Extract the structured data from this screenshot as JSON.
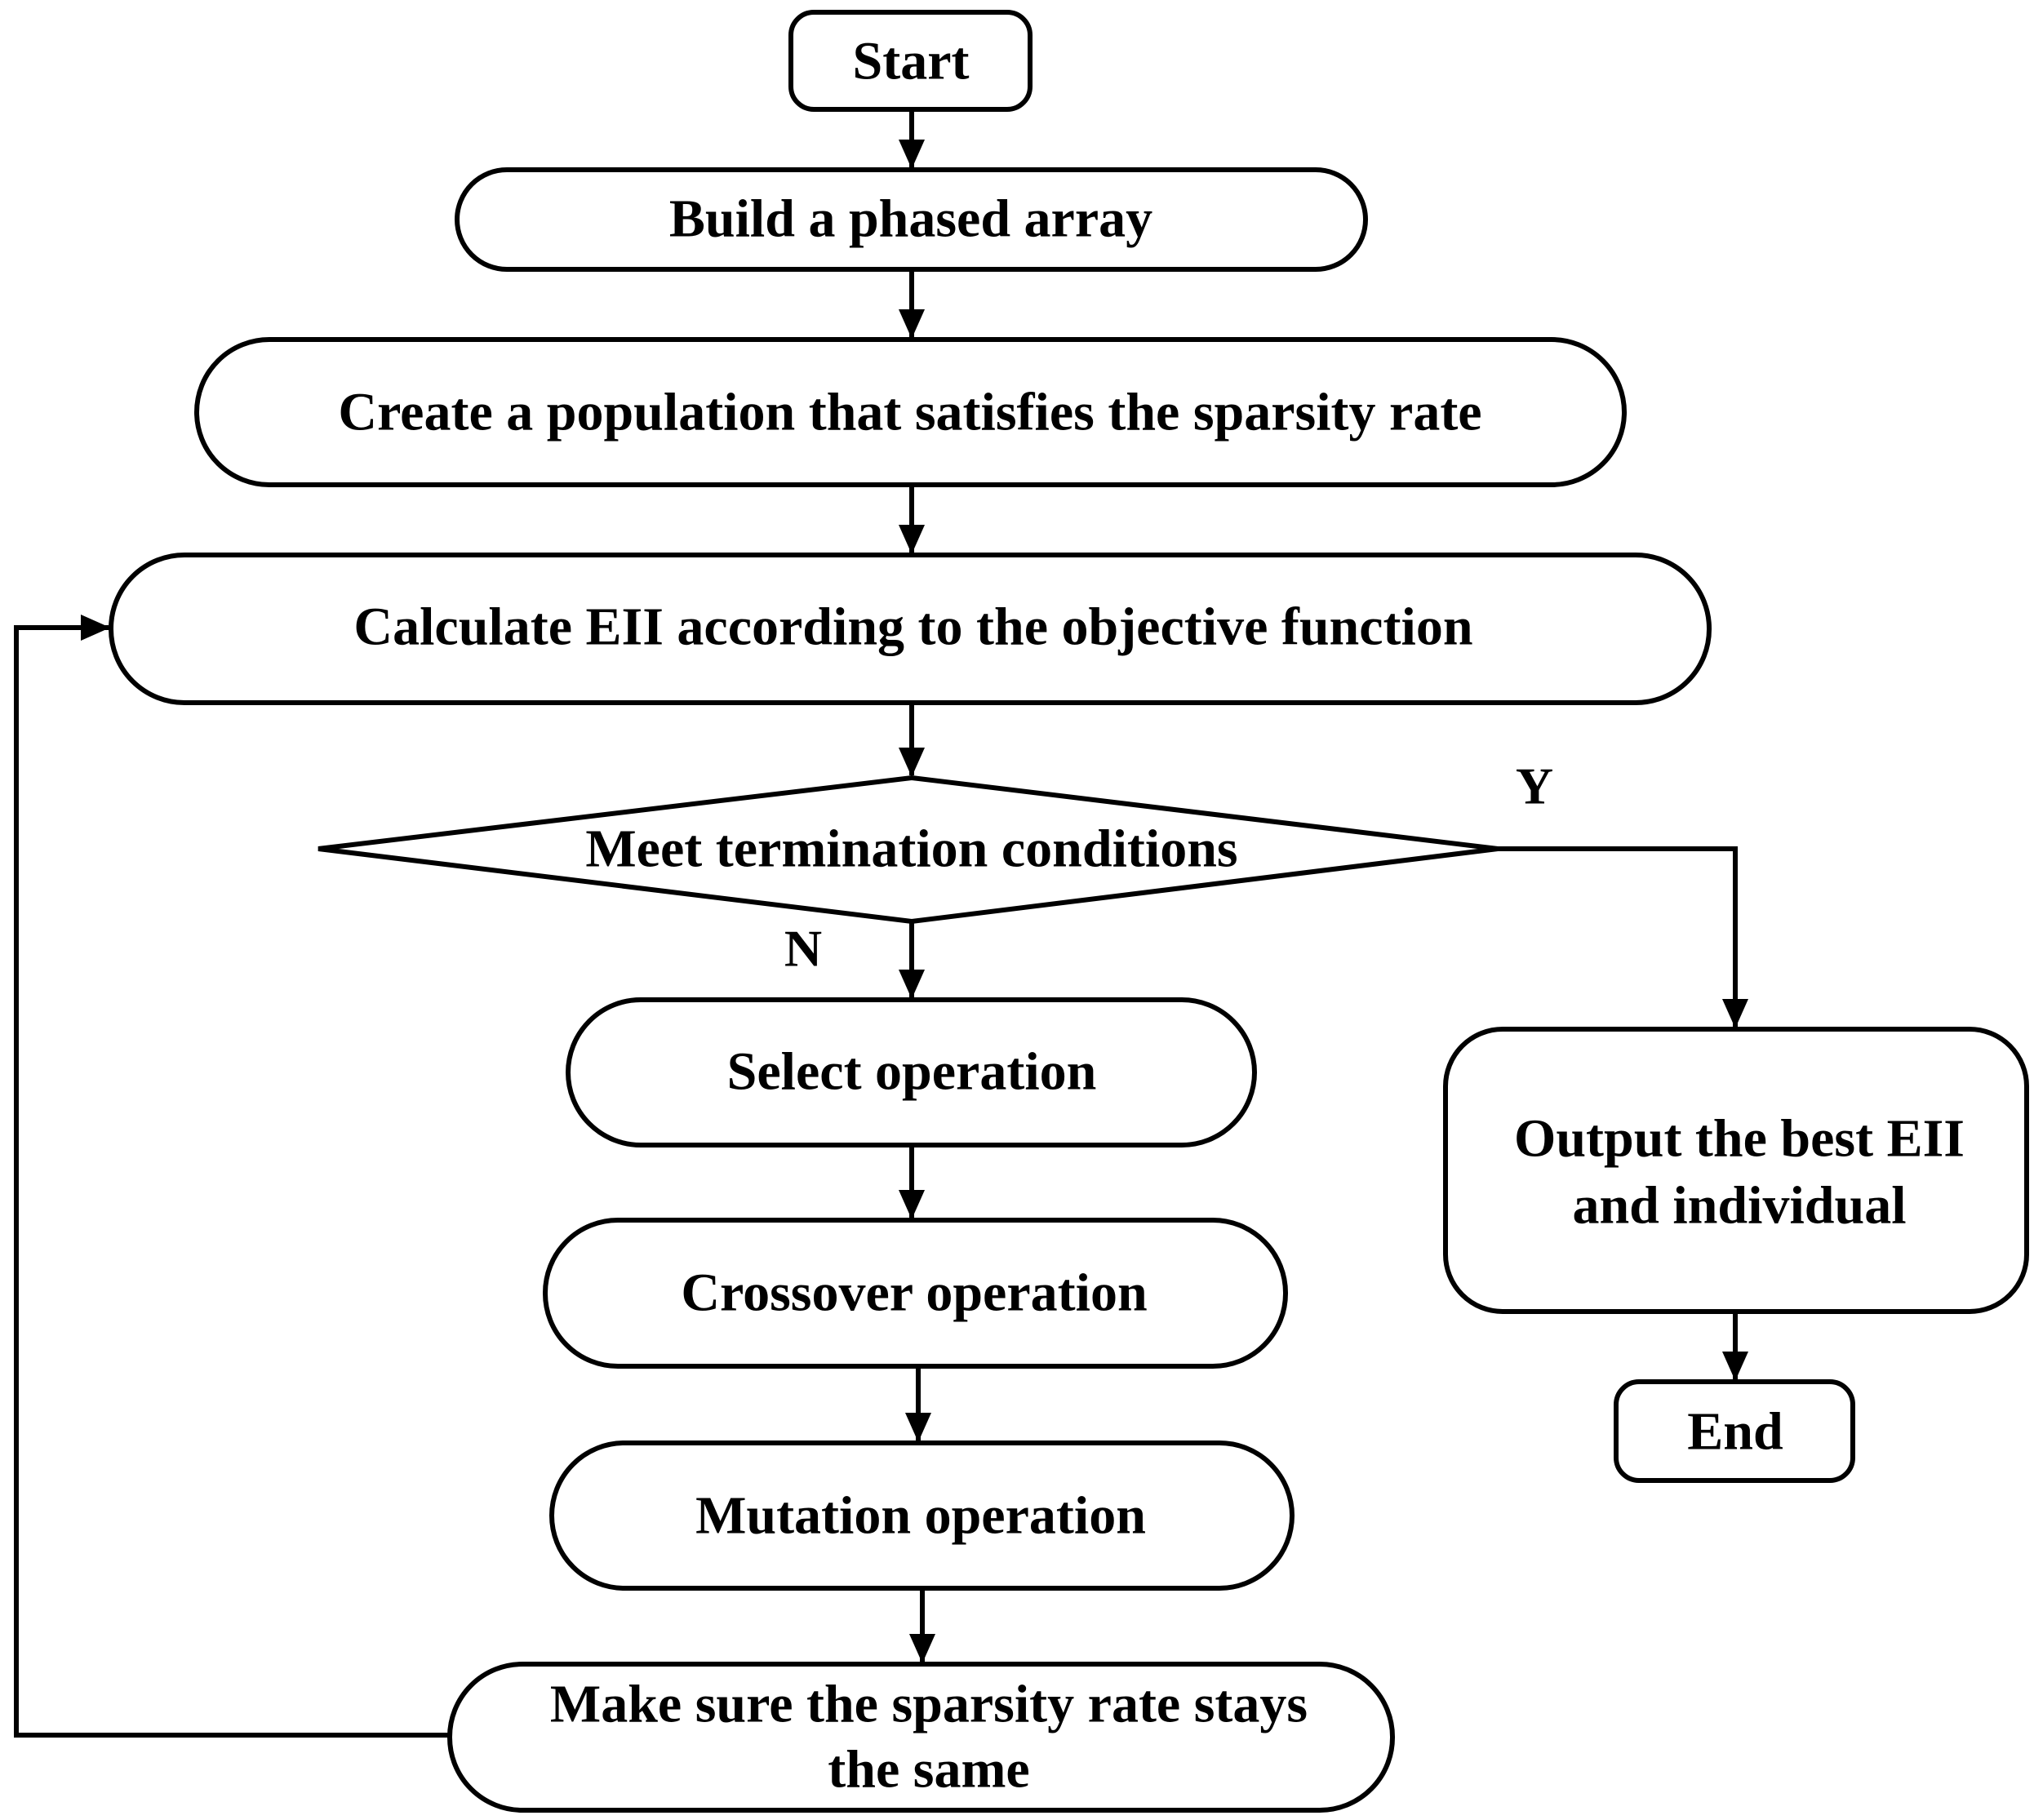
{
  "nodes": {
    "start": "Start",
    "build_array": "Build a phased array",
    "create_population": "Create a population that satisfies the sparsity rate",
    "calculate_eii": "Calculate EII according to the objective function",
    "termination": "Meet termination conditions",
    "select": "Select operation",
    "crossover": "Crossover operation",
    "mutation": "Mutation operation",
    "sparsity_line1": "Make sure the sparsity rate stays",
    "sparsity_line2": "the same",
    "output_line1": "Output the  best EII",
    "output_line2": "and individual",
    "end": "End"
  },
  "labels": {
    "yes": "Y",
    "no": "N"
  },
  "colors": {
    "stroke": "#000000",
    "fill": "#ffffff",
    "text": "#000000"
  }
}
